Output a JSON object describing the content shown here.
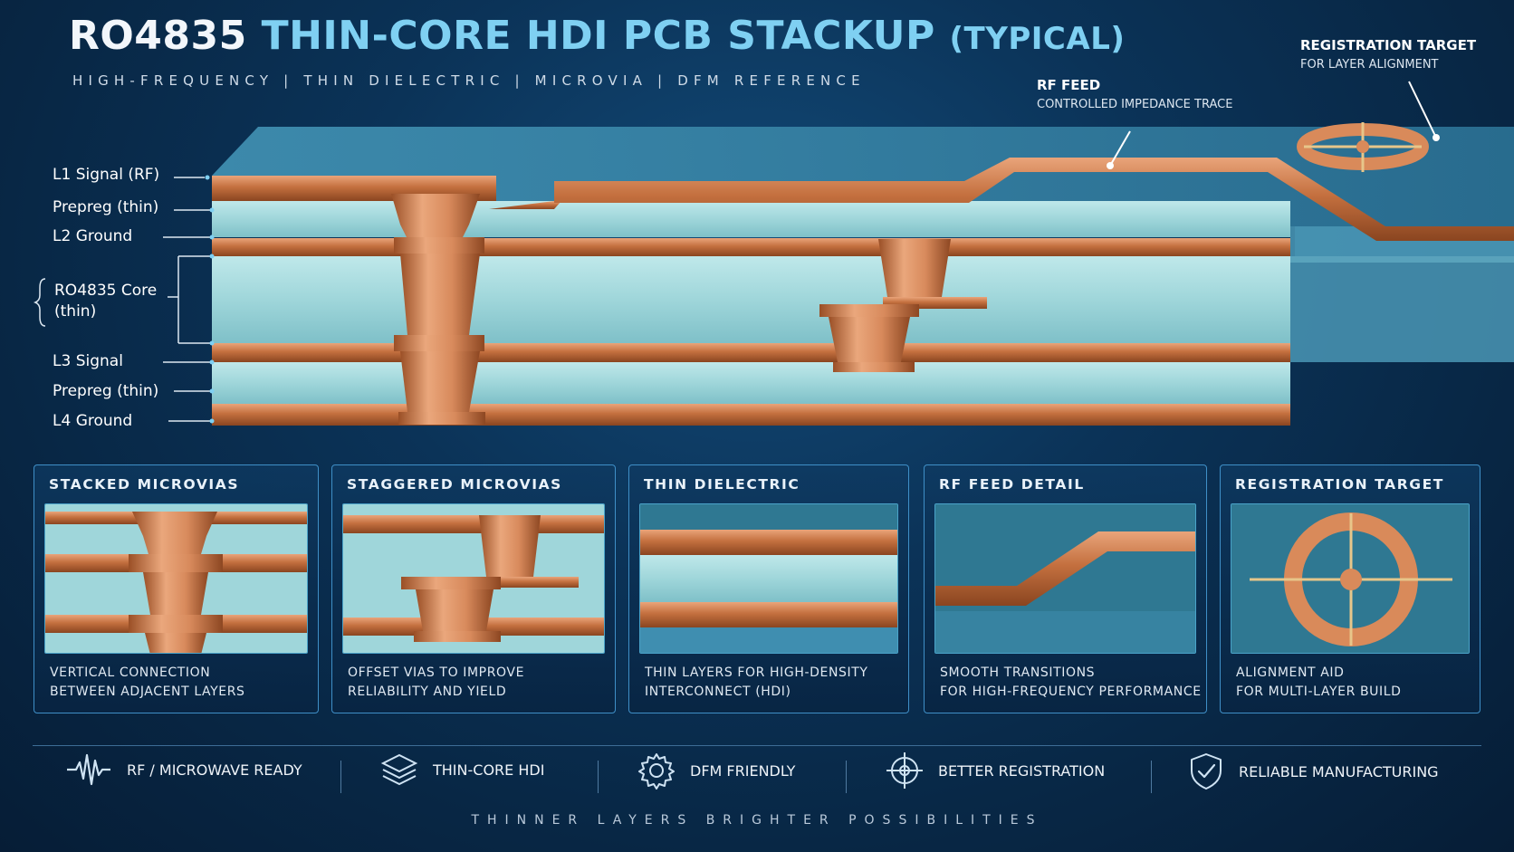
{
  "header": {
    "title_part1": "RO4835",
    "title_part2": "THIN-CORE HDI PCB STACKUP",
    "title_part3": "(TYPICAL)",
    "subtitle": "HIGH-FREQUENCY  |  THIN DIELECTRIC  |  MICROVIA  |  DFM REFERENCE"
  },
  "callouts": {
    "rf_feed": {
      "title": "RF FEED",
      "subtitle": "CONTROLLED IMPEDANCE TRACE"
    },
    "registration": {
      "title": "REGISTRATION TARGET",
      "subtitle": "FOR LAYER ALIGNMENT"
    }
  },
  "layers": [
    "L1  Signal (RF)",
    "Prepreg (thin)",
    "L2  Ground",
    "RO4835 Core\n(thin)",
    "L3  Signal",
    "Prepreg (thin)",
    "L4  Ground"
  ],
  "core_label_line1": "RO4835 Core",
  "core_label_line2": "(thin)",
  "panels": [
    {
      "title": "STACKED MICROVIAS",
      "desc1": "VERTICAL CONNECTION",
      "desc2": "BETWEEN ADJACENT LAYERS"
    },
    {
      "title": "STAGGERED MICROVIAS",
      "desc1": "OFFSET VIAS TO IMPROVE",
      "desc2": "RELIABILITY AND YIELD"
    },
    {
      "title": "THIN DIELECTRIC",
      "desc1": "THIN LAYERS FOR HIGH-DENSITY",
      "desc2": "INTERCONNECT (HDI)"
    },
    {
      "title": "RF FEED DETAIL",
      "desc1": "SMOOTH TRANSITIONS",
      "desc2": "FOR HIGH-FREQUENCY PERFORMANCE"
    },
    {
      "title": "REGISTRATION TARGET",
      "desc1": "ALIGNMENT AID",
      "desc2": "FOR MULTI-LAYER BUILD"
    }
  ],
  "features": [
    {
      "label": "RF / MICROWAVE READY",
      "icon": "waveform-icon"
    },
    {
      "label": "THIN-CORE HDI",
      "icon": "layers-icon"
    },
    {
      "label": "DFM FRIENDLY",
      "icon": "gear-icon"
    },
    {
      "label": "BETTER REGISTRATION",
      "icon": "crosshair-icon"
    },
    {
      "label": "RELIABLE MANUFACTURING",
      "icon": "shield-check-icon"
    }
  ],
  "tagline": "THINNER LAYERS  BRIGHTER POSSIBILITIES",
  "colors": {
    "copper": "#c8764a",
    "dielectric": "#a9dce0",
    "accent": "#7fd0f2",
    "background": "#0b3358"
  }
}
